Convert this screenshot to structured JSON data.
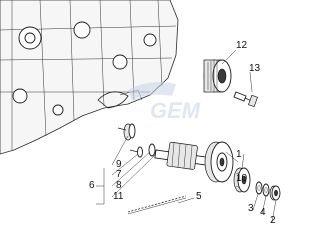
{
  "diagram": {
    "callouts": [
      {
        "id": "1",
        "label": "1"
      },
      {
        "id": "2",
        "label": "2"
      },
      {
        "id": "3",
        "label": "3"
      },
      {
        "id": "4",
        "label": "4"
      },
      {
        "id": "5",
        "label": "5"
      },
      {
        "id": "6",
        "label": "6"
      },
      {
        "id": "7",
        "label": "7"
      },
      {
        "id": "8",
        "label": "8"
      },
      {
        "id": "9",
        "label": "9"
      },
      {
        "id": "10",
        "label": "10"
      },
      {
        "id": "11",
        "label": "11"
      },
      {
        "id": "12",
        "label": "12"
      },
      {
        "id": "13",
        "label": "13"
      }
    ],
    "watermark_text": "GEM",
    "colors": {
      "line": "#222222",
      "watermark": "#c9d3ea"
    }
  }
}
